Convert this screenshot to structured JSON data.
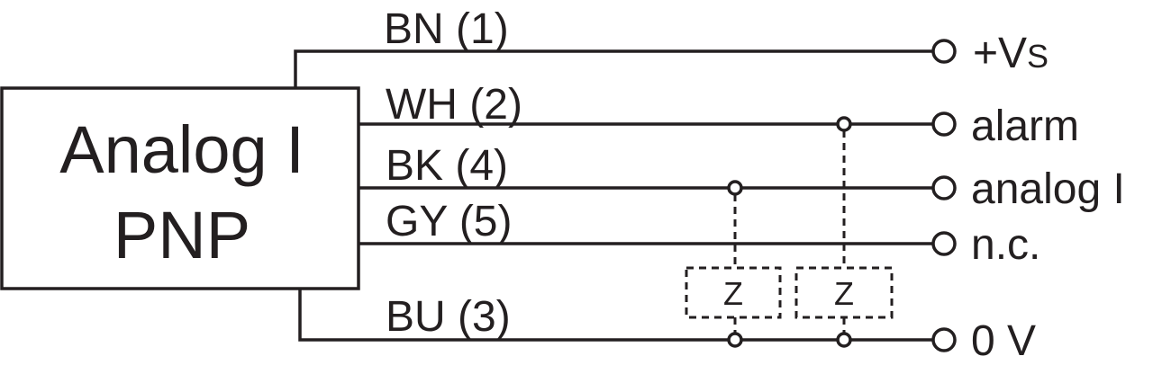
{
  "box": {
    "line1": "Analog I",
    "line2": "PNP"
  },
  "wires": {
    "bn": "BN (1)",
    "wh": "WH (2)",
    "bk": "BK (4)",
    "gy": "GY (5)",
    "bu": "BU (3)"
  },
  "terminals": {
    "vs_prefix": "+V",
    "vs_subscript": "S",
    "alarm": "alarm",
    "analog": "analog I",
    "nc": "n.c.",
    "zero": "0 V"
  },
  "loads": {
    "z1": "Z",
    "z2": "Z"
  },
  "colors": {
    "line": "#231f20",
    "background": "#ffffff"
  }
}
